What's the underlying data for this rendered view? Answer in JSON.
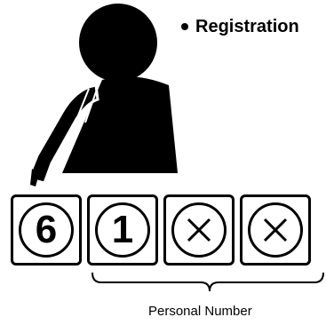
{
  "legend": {
    "label": "Registration"
  },
  "keys": [
    {
      "type": "digit",
      "value": "6"
    },
    {
      "type": "digit",
      "value": "1"
    },
    {
      "type": "x-icon"
    },
    {
      "type": "x-icon"
    }
  ],
  "caption": "Personal Number",
  "colors": {
    "ink": "#000000",
    "paper": "#ffffff"
  }
}
